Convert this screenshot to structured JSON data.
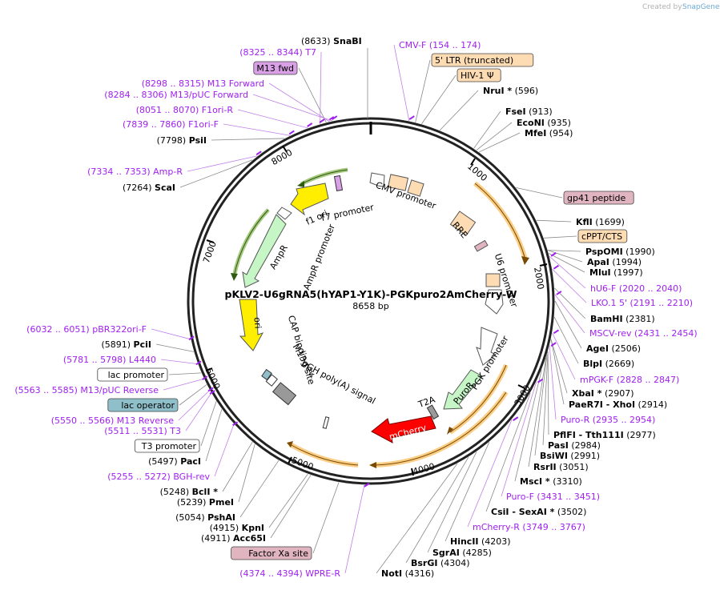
{
  "title": "pKLV2-U6gRNA5(hYAP1-Y1K)-PGKpuro2AmCherry-W",
  "size": "8658 bp",
  "brand": {
    "created_by": "Created by",
    "name": "SnapGene"
  },
  "ring_ticks": [
    "1000",
    "2000",
    "3000",
    "4000",
    "5000",
    "6000",
    "7000",
    "8000"
  ],
  "colors": {
    "primer": "#a020f0",
    "feature_orange": "#f5a623",
    "feature_green": "#6aa329",
    "ampr": "#c6f5c6",
    "ori_yellow": "#ffee00",
    "mcherry": "#ff0000",
    "puro": "#c6f5c6",
    "ltr": "#fddcb4",
    "gp41": "#e0b5c0",
    "lac": "#8fbfc9",
    "m13fwd": "#d9a0e6"
  },
  "left_labels": [
    {
      "pre": "(8325 .. 8344)",
      "name": "T7",
      "kind": "primer"
    },
    {
      "pre": "",
      "name": "M13 fwd",
      "kind": "boxed_m13"
    },
    {
      "pre": "(8298 .. 8315)",
      "name": "M13 Forward",
      "kind": "primer"
    },
    {
      "pre": "(8284 .. 8306)",
      "name": "M13/pUC Forward",
      "kind": "primer"
    },
    {
      "pre": "(8051 .. 8070)",
      "name": "F1ori-R",
      "kind": "primer"
    },
    {
      "pre": "(7839 .. 7860)",
      "name": "F1ori-F",
      "kind": "primer"
    },
    {
      "pre": "(7798)",
      "name": "PsiI",
      "kind": "enzyme"
    },
    {
      "pre": "(7334 .. 7353)",
      "name": "Amp-R",
      "kind": "primer"
    },
    {
      "pre": "(7264)",
      "name": "ScaI",
      "kind": "enzyme"
    },
    {
      "pre": "(6032 .. 6051)",
      "name": "pBR322ori-F",
      "kind": "primer"
    },
    {
      "pre": "(5891)",
      "name": "PciI",
      "kind": "enzyme"
    },
    {
      "pre": "(5781 .. 5798)",
      "name": "L4440",
      "kind": "primer"
    },
    {
      "pre": "",
      "name": "lac promoter",
      "kind": "boxed_white"
    },
    {
      "pre": "(5563 .. 5585)",
      "name": "M13/pUC Reverse",
      "kind": "primer"
    },
    {
      "pre": "",
      "name": "lac operator",
      "kind": "boxed_lac"
    },
    {
      "pre": "(5550 .. 5566)",
      "name": "M13 Reverse",
      "kind": "primer"
    },
    {
      "pre": "(5511 .. 5531)",
      "name": "T3",
      "kind": "primer"
    },
    {
      "pre": "",
      "name": "T3 promoter",
      "kind": "boxed_white"
    },
    {
      "pre": "(5497)",
      "name": "PacI",
      "kind": "enzyme"
    },
    {
      "pre": "(5255 .. 5272)",
      "name": "BGH-rev",
      "kind": "primer"
    },
    {
      "pre": "(5248)",
      "name": "BclI *",
      "kind": "enzyme"
    },
    {
      "pre": "(5239)",
      "name": "PmeI",
      "kind": "enzyme"
    },
    {
      "pre": "(5054)",
      "name": "PshAI",
      "kind": "enzyme"
    },
    {
      "pre": "(4915)",
      "name": "KpnI",
      "kind": "enzyme"
    },
    {
      "pre": "(4911)",
      "name": "Acc65I",
      "kind": "enzyme"
    },
    {
      "pre": "",
      "name": "Factor Xa site",
      "kind": "boxed_gp41"
    },
    {
      "pre": "(4374 .. 4394)",
      "name": "WPRE-R",
      "kind": "primer"
    }
  ],
  "right_labels": [
    {
      "name": "SnaBI",
      "post": "(8633)",
      "kind": "enzyme_top"
    },
    {
      "name": "CMV-F",
      "post": "(154 .. 174)",
      "kind": "primer"
    },
    {
      "name": "5' LTR (truncated)",
      "post": "",
      "kind": "boxed_ltr"
    },
    {
      "name": "HIV-1 Ψ",
      "post": "",
      "kind": "boxed_ltr"
    },
    {
      "name": "NruI *",
      "post": "(596)",
      "kind": "enzyme"
    },
    {
      "name": "FseI",
      "post": "(913)",
      "kind": "enzyme"
    },
    {
      "name": "EcoNI",
      "post": "(935)",
      "kind": "enzyme"
    },
    {
      "name": "MfeI",
      "post": "(954)",
      "kind": "enzyme"
    },
    {
      "name": "gp41 peptide",
      "post": "",
      "kind": "boxed_gp41"
    },
    {
      "name": "KflI",
      "post": "(1699)",
      "kind": "enzyme"
    },
    {
      "name": "cPPT/CTS",
      "post": "",
      "kind": "boxed_ltr"
    },
    {
      "name": "PspOMI",
      "post": "(1990)",
      "kind": "enzyme"
    },
    {
      "name": "ApaI",
      "post": "(1994)",
      "kind": "enzyme"
    },
    {
      "name": "MluI",
      "post": "(1997)",
      "kind": "enzyme"
    },
    {
      "name": "hU6-F",
      "post": "(2020 .. 2040)",
      "kind": "primer"
    },
    {
      "name": "LKO.1 5'",
      "post": "(2191 .. 2210)",
      "kind": "primer"
    },
    {
      "name": "BamHI",
      "post": "(2381)",
      "kind": "enzyme"
    },
    {
      "name": "MSCV-rev",
      "post": "(2431 .. 2454)",
      "kind": "primer"
    },
    {
      "name": "AgeI",
      "post": "(2506)",
      "kind": "enzyme"
    },
    {
      "name": "BlpI",
      "post": "(2669)",
      "kind": "enzyme"
    },
    {
      "name": "mPGK-F",
      "post": "(2828 .. 2847)",
      "kind": "primer"
    },
    {
      "name": "XbaI *",
      "post": "(2907)",
      "kind": "enzyme"
    },
    {
      "name": "PaeR7I - XhoI",
      "post": "(2914)",
      "kind": "enzyme"
    },
    {
      "name": "Puro-R",
      "post": "(2935 .. 2954)",
      "kind": "primer"
    },
    {
      "name": "PflFI - Tth111I",
      "post": "(2977)",
      "kind": "enzyme"
    },
    {
      "name": "PasI",
      "post": "(2984)",
      "kind": "enzyme"
    },
    {
      "name": "BsiWI",
      "post": "(2991)",
      "kind": "enzyme"
    },
    {
      "name": "RsrII",
      "post": "(3051)",
      "kind": "enzyme"
    },
    {
      "name": "MscI *",
      "post": "(3310)",
      "kind": "enzyme"
    },
    {
      "name": "Puro-F",
      "post": "(3431 .. 3451)",
      "kind": "primer"
    },
    {
      "name": "CsiI - SexAI *",
      "post": "(3502)",
      "kind": "enzyme"
    },
    {
      "name": "mCherry-R",
      "post": "(3749 .. 3767)",
      "kind": "primer"
    },
    {
      "name": "HincII",
      "post": "(4203)",
      "kind": "enzyme"
    },
    {
      "name": "SgrAI",
      "post": "(4285)",
      "kind": "enzyme"
    },
    {
      "name": "BsrGI",
      "post": "(4304)",
      "kind": "enzyme"
    },
    {
      "name": "NotI",
      "post": "(4316)",
      "kind": "enzyme"
    }
  ],
  "inner_labels": [
    "f1 ori",
    "T7 promoter",
    "CMV promoter",
    "RRE",
    "U6 promoter",
    "AmpR",
    "AmpR promoter",
    "ori",
    "CAP binding site",
    "M13 rev",
    "bGH poly(A) signal",
    "PGK promoter",
    "PuroR",
    "T2A",
    "mCherry"
  ]
}
